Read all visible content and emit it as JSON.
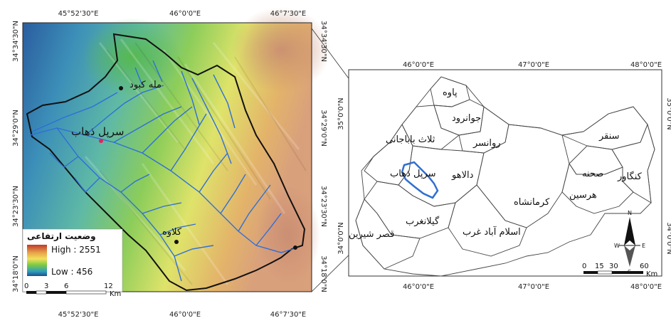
{
  "left_map": {
    "top_coords": [
      "45°52'30\"E",
      "46°0'0\"E",
      "46°7'30\"E"
    ],
    "bottom_coords": [
      "45°52'30\"E",
      "46°0'0\"E",
      "46°7'30\"E"
    ],
    "left_coords": [
      "34°34'30\"N",
      "34°29'0\"N",
      "34°23'30\"N",
      "34°18'0\"N"
    ],
    "right_coords": [
      "34°34'30\"N",
      "34°29'0\"N",
      "34°23'30\"N",
      "34°18'0\"N"
    ],
    "places": {
      "malekabud": "مله کبود",
      "sarpol": "سرپل ذهاب",
      "kalaveh": "کلاوه"
    },
    "legend": {
      "title": "وضعیت ارتفاعی",
      "high": "High : 2551",
      "low": "Low : 456",
      "colors": [
        "#c0392b",
        "#e8a24a",
        "#f1e05a",
        "#7ac943",
        "#2e9fbf",
        "#1f4e8c"
      ]
    },
    "scalebar": {
      "ticks": [
        "0",
        "3",
        "6",
        "12"
      ],
      "unit": "Km"
    },
    "colors": {
      "boundary": "#111111",
      "streams": "#2e6fd8"
    }
  },
  "right_map": {
    "top_coords": [
      "46°0'0\"E",
      "47°0'0\"E",
      "48°0'0\"E"
    ],
    "bottom_coords": [
      "46°0'0\"E",
      "47°0'0\"E",
      "48°0'0\"E"
    ],
    "left_coords": [
      "35°0'0\"N",
      "34°0'0\"N"
    ],
    "right_coords": [
      "35°0'0\"N",
      "34°0'0\"N"
    ],
    "counties": {
      "paveh": "پاوه",
      "javanrud": "جوانرود",
      "salas": "ثلاث باباجانی",
      "ravansar": "روانسر",
      "sonqor": "سنقر",
      "sarpol": "سرپل ذهاب",
      "dalahu": "دالاهو",
      "kermanshah": "کرمانشاه",
      "sahneh": "صحنه",
      "kangavar": "کنگاور",
      "harsin": "هرسین",
      "gilan": "گیلانغرب",
      "eslamabad": "اسلام آباد غرب",
      "qasr": "قصر شیرین"
    },
    "scalebar": {
      "ticks": [
        "0",
        "15",
        "30",
        "60"
      ],
      "unit": "Km"
    },
    "north": {
      "n": "N",
      "s": "S",
      "e": "E",
      "w": "W"
    },
    "colors": {
      "highlight": "#2f6fd0"
    }
  }
}
